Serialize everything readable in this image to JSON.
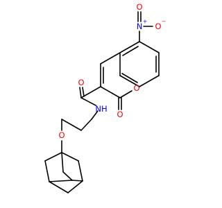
{
  "molecule": {
    "atoms": {
      "nitro_n": "N",
      "nitro_o_top": "O",
      "nitro_o_right": "O",
      "ring_o": "O",
      "lactone_o": "O",
      "amide_o": "O",
      "amide_n": "NH",
      "ether_o": "O"
    },
    "charges": {
      "nitro_n": "+",
      "nitro_o_right": "−"
    }
  },
  "colors": {
    "bond": "#000000",
    "oxygen": "#ff0000",
    "nitrogen": "#0000ff"
  }
}
